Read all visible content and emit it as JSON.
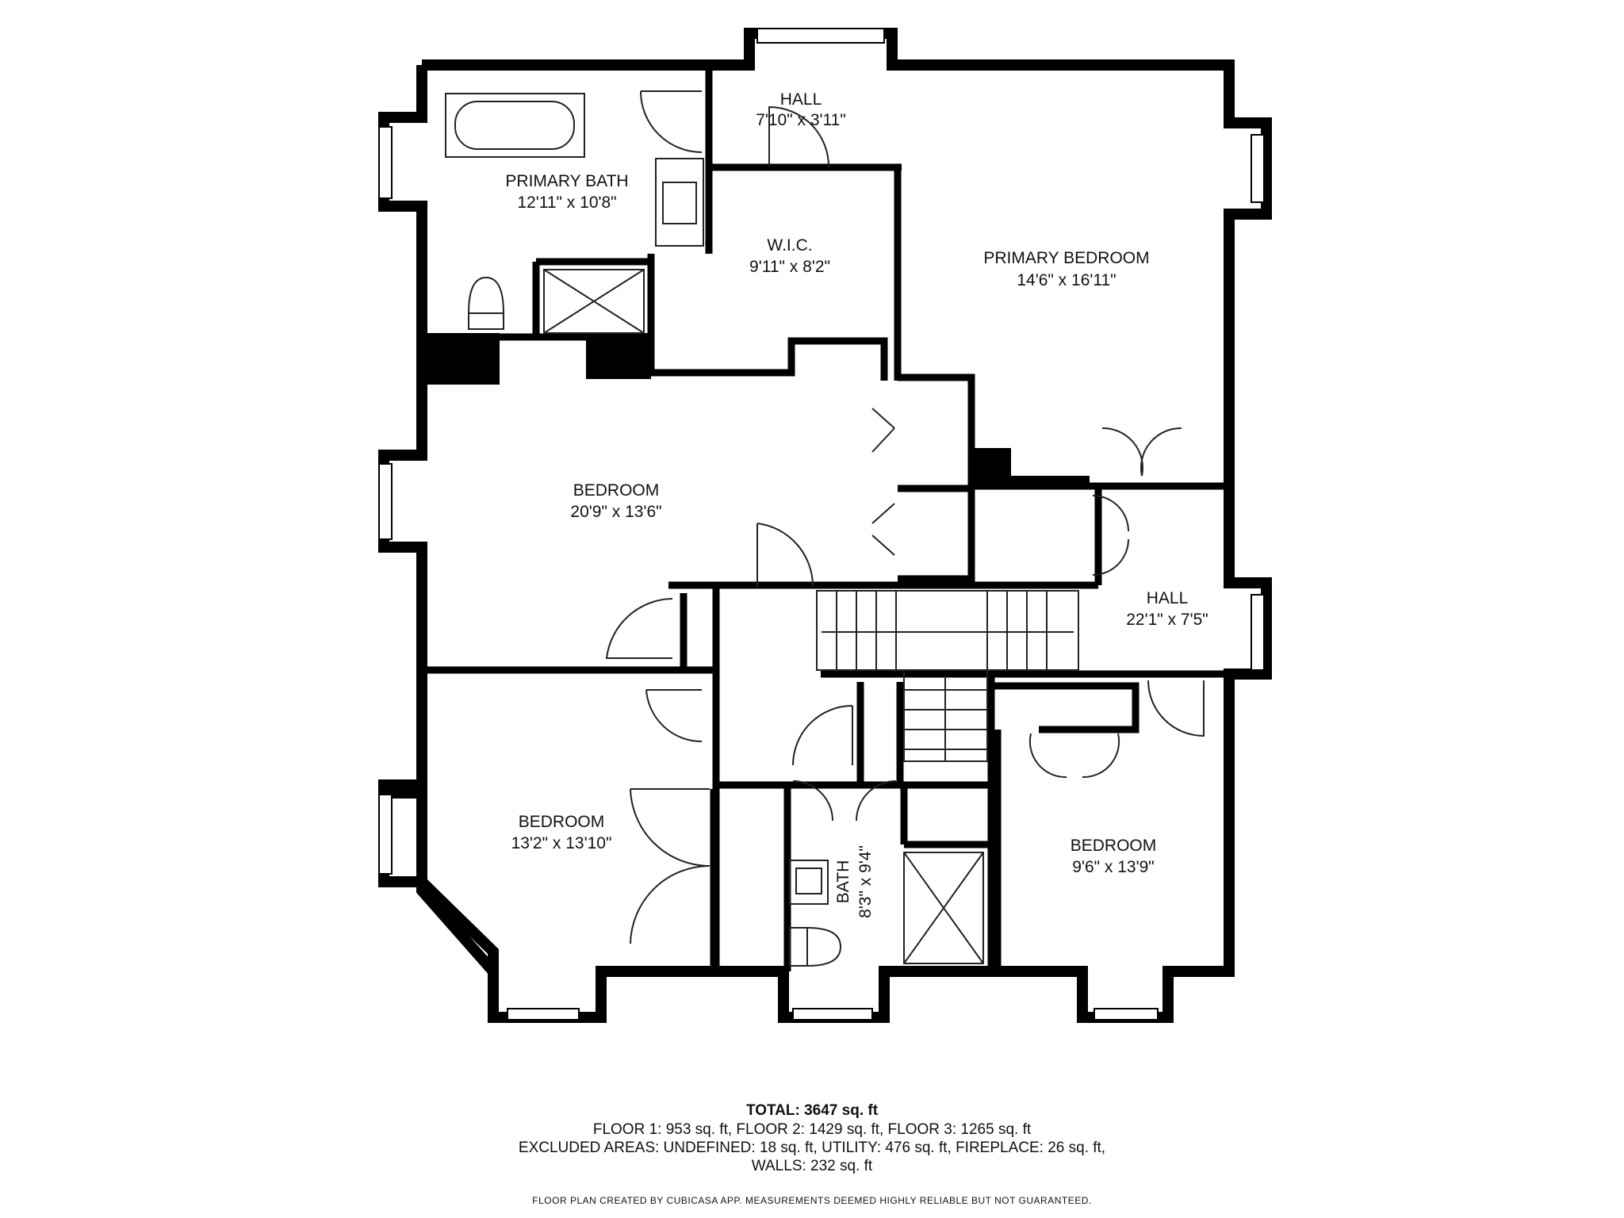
{
  "rooms": {
    "hall_top": {
      "name": "HALL",
      "size": "7'10\" x 3'11\""
    },
    "primary_bath": {
      "name": "PRIMARY BATH",
      "size": "12'11\" x 10'8\""
    },
    "wic": {
      "name": "W.I.C.",
      "size": "9'11\" x 8'2\""
    },
    "primary_bedroom": {
      "name": "PRIMARY BEDROOM",
      "size": "14'6\" x 16'11\""
    },
    "bedroom_mid": {
      "name": "BEDROOM",
      "size": "20'9\" x 13'6\""
    },
    "hall_right": {
      "name": "HALL",
      "size": "22'1\" x 7'5\""
    },
    "bedroom_left": {
      "name": "BEDROOM",
      "size": "13'2\" x 13'10\""
    },
    "bath": {
      "name": "BATH",
      "size": "8'3\" x 9'4\""
    },
    "bedroom_right": {
      "name": "BEDROOM",
      "size": "9'6\" x 13'9\""
    }
  },
  "footer": {
    "total": "TOTAL: 3647 sq. ft",
    "floors": "FLOOR 1: 953 sq. ft, FLOOR 2: 1429 sq. ft, FLOOR 3: 1265 sq. ft",
    "excluded": "EXCLUDED AREAS: UNDEFINED: 18 sq. ft, UTILITY: 476 sq. ft, FIREPLACE: 26 sq. ft,",
    "walls": "WALLS: 232 sq. ft",
    "credit": "FLOOR PLAN CREATED BY CUBICASA APP. MEASUREMENTS DEEMED HIGHLY RELIABLE BUT NOT GUARANTEED."
  },
  "colors": {
    "wall": "#000000",
    "background": "#ffffff",
    "fixture_line": "#222222"
  }
}
